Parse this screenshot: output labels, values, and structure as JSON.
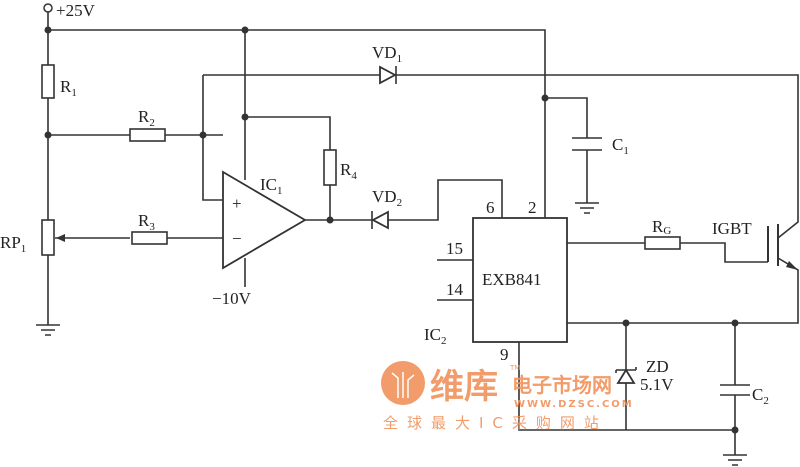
{
  "labels": {
    "supply": "+25V",
    "neg_supply": "−10V",
    "r1": "R",
    "r1_sub": "1",
    "r2": "R",
    "r2_sub": "2",
    "r3": "R",
    "r3_sub": "3",
    "r4": "R",
    "r4_sub": "4",
    "rp1": "RP",
    "rp1_sub": "1",
    "ic1": "IC",
    "ic1_sub": "1",
    "ic2": "IC",
    "ic2_sub": "2",
    "vd1": "VD",
    "vd1_sub": "1",
    "vd2": "VD",
    "vd2_sub": "2",
    "c1": "C",
    "c1_sub": "1",
    "c2": "C",
    "c2_sub": "2",
    "rg": "R",
    "rg_sub": "G",
    "igbt": "IGBT",
    "zd": "ZD",
    "zd_value": "5.1V",
    "chip": "EXB841",
    "pin6": "6",
    "pin2": "2",
    "pin15": "15",
    "pin14": "14",
    "pin9": "9",
    "plus": "+",
    "minus": "−"
  },
  "watermark": {
    "brand": "维库",
    "tagline": "电子市场网",
    "tm": "TM",
    "url": "WWW.DZSC.COM",
    "slogan": "全球最大IC采购网站",
    "color": "#f0925a"
  }
}
